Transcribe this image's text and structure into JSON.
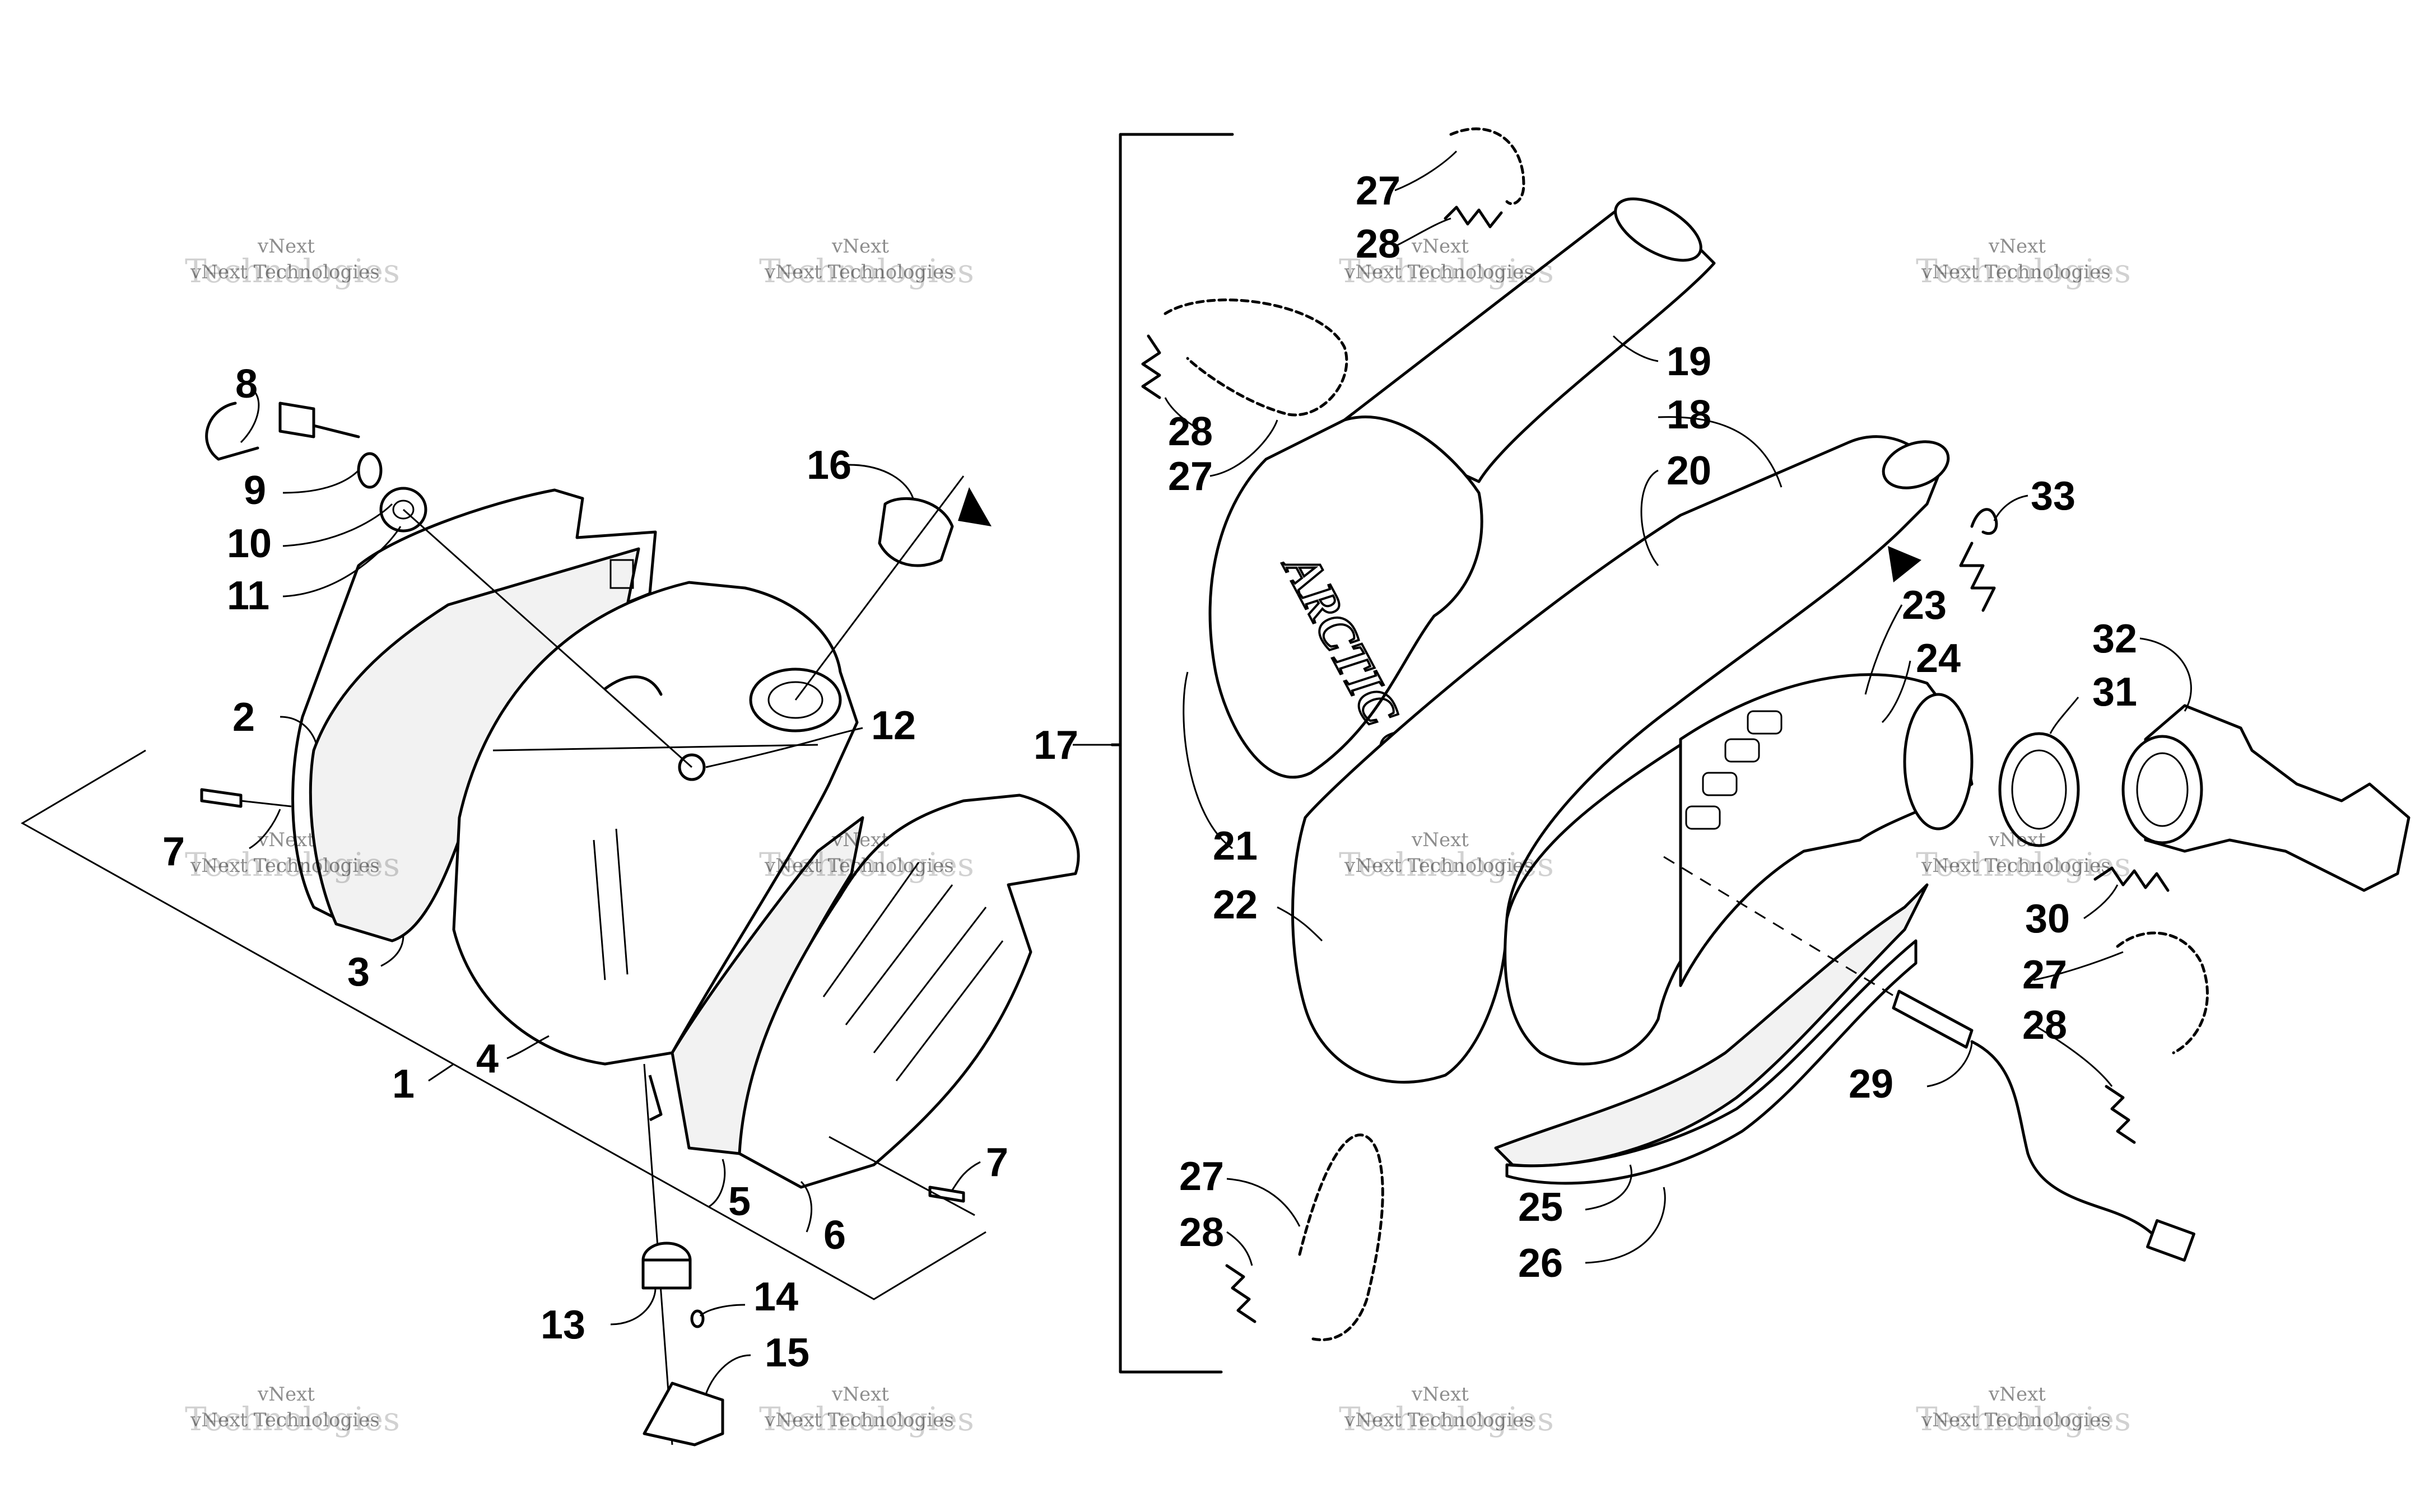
{
  "watermark": {
    "line1": "vNext",
    "line2": "Technologies",
    "line3": "vNext Technologies"
  },
  "part_numbers": {
    "p1": "1",
    "p2": "2",
    "p3": "3",
    "p4": "4",
    "p5": "5",
    "p6": "6",
    "p7a": "7",
    "p7b": "7",
    "p8": "8",
    "p9": "9",
    "p10": "10",
    "p11": "11",
    "p12": "12",
    "p13": "13",
    "p14": "14",
    "p15": "15",
    "p16": "16",
    "p17": "17",
    "p18": "18",
    "p19": "19",
    "p20": "20",
    "p21": "21",
    "p22": "22",
    "p23": "23",
    "p24": "24",
    "p25": "25",
    "p26": "26",
    "p27a": "27",
    "p27b": "27",
    "p27c": "27",
    "p27d": "27",
    "p28a": "28",
    "p28b": "28",
    "p28c": "28",
    "p28d": "28",
    "p29": "29",
    "p30": "30",
    "p31": "31",
    "p32": "32",
    "p33": "33"
  },
  "brand_text": "ARCTIC CAT"
}
